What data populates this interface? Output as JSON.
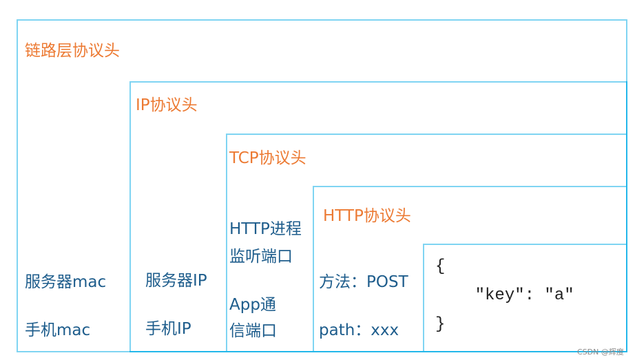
{
  "diagram": {
    "layers": [
      {
        "id": "link",
        "title": "链路层协议头",
        "fields": [
          "服务器mac",
          "手机mac"
        ]
      },
      {
        "id": "ip",
        "title": "IP协议头",
        "fields": [
          "服务器IP",
          "手机IP"
        ]
      },
      {
        "id": "tcp",
        "title": "TCP协议头",
        "fields": [
          "HTTP进程",
          "监听端口",
          "App通",
          "信端口"
        ]
      },
      {
        "id": "http",
        "title": "HTTP协议头",
        "fields": [
          "方法：POST",
          "path：xxx"
        ]
      },
      {
        "id": "body",
        "lines": [
          "{",
          "    \"key\": \"a\"",
          "}"
        ]
      }
    ],
    "colors": {
      "border": "#7fd4f2",
      "title": "#ec7a33",
      "field": "#1e5d8c"
    }
  },
  "watermark": "CSDN @辉度"
}
